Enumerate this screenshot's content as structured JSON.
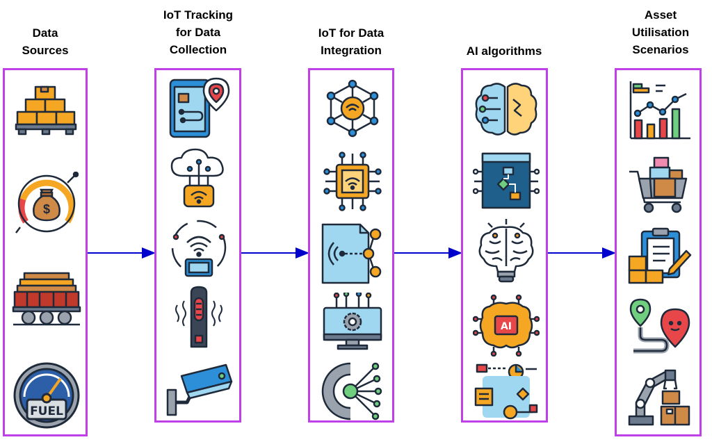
{
  "columns": [
    {
      "title": "Data\nSources",
      "icons": [
        "boxes-pallet-icon",
        "money-bag-gauge-icon",
        "cargo-rail-wagon-icon",
        "fuel-gauge-icon"
      ],
      "fuel_label": "FUEL"
    },
    {
      "title": "IoT Tracking\nfor Data\nCollection",
      "icons": [
        "phone-location-tracking-icon",
        "cloud-wifi-device-icon",
        "wireless-tracker-icon",
        "vibration-sensor-icon",
        "security-camera-icon"
      ]
    },
    {
      "title": "IoT for Data\nIntegration",
      "icons": [
        "wifi-network-hub-icon",
        "wifi-chip-icon",
        "wireless-document-icon",
        "monitor-gear-icon",
        "gear-network-icon"
      ]
    },
    {
      "title": "AI algorithms",
      "icons": [
        "ai-brain-circuit-icon",
        "flowchart-window-icon",
        "brain-lightbulb-icon",
        "ai-chip-brain-icon",
        "data-report-flow-icon"
      ]
    },
    {
      "title": "Asset\nUtilisation\nScenarios",
      "icons": [
        "bar-line-chart-icon",
        "shopping-cart-boxes-icon",
        "clipboard-boxes-icon",
        "route-location-icon",
        "robotic-arm-icon"
      ]
    }
  ],
  "colors": {
    "border": "#c040e8",
    "arrow": "#0000cc",
    "outline": "#1e2a3a",
    "orange": "#f5a623",
    "brown": "#d08a48",
    "blue": "#2c8fd8",
    "light_blue": "#9fd6f0",
    "red": "#e8474a",
    "green": "#6fcf7f",
    "gray": "#9aa3ad"
  }
}
